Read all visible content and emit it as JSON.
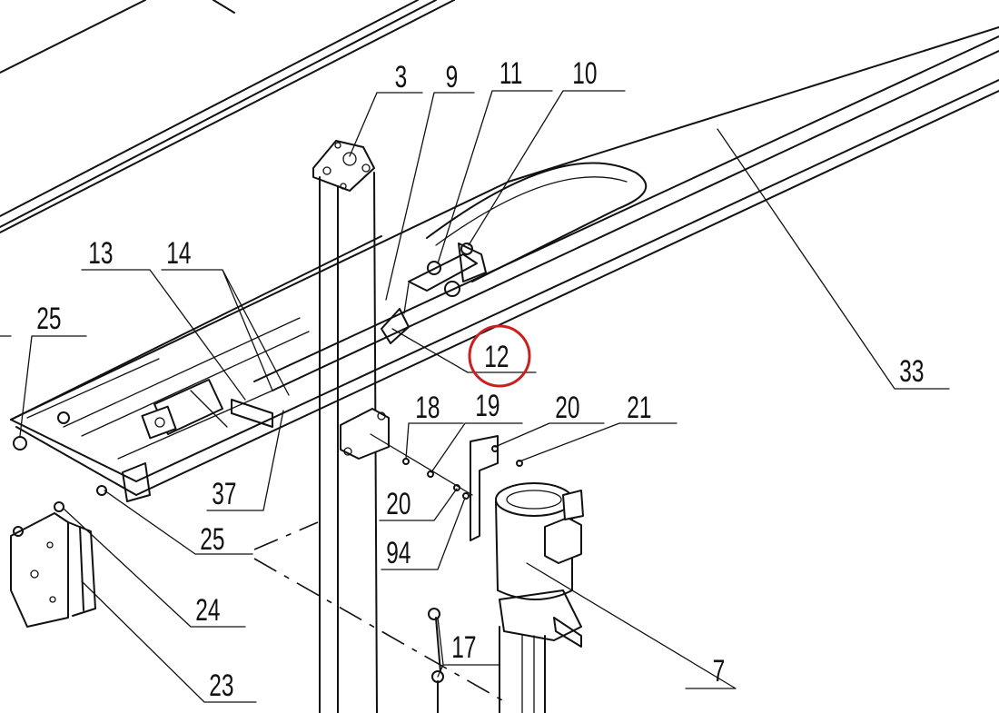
{
  "labels": {
    "p3": "3",
    "p9": "9",
    "p11": "11",
    "p10": "10",
    "p13": "13",
    "p14": "14",
    "p25a": "25",
    "p12": "12",
    "p33": "33",
    "p18": "18",
    "p19": "19",
    "p20a": "20",
    "p21": "21",
    "p37": "37",
    "p20b": "20",
    "p25b": "25",
    "p94": "94",
    "p24": "24",
    "p23": "23",
    "p17": "17",
    "p7": "7"
  },
  "highlight": {
    "target": "12",
    "color": "#cc1f1f"
  }
}
